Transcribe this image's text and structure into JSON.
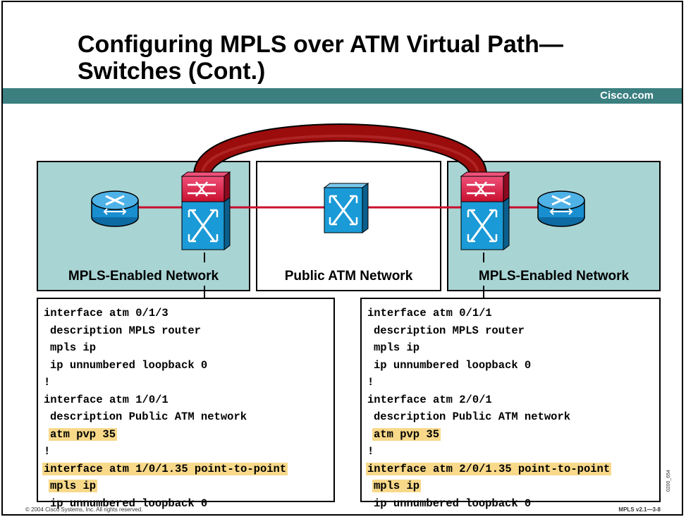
{
  "slide": {
    "title_line1": "Configuring MPLS over ATM Virtual Path—",
    "title_line2": "Switches (Cont.)",
    "brand": "Cisco.com",
    "footer_left": "© 2004 Cisco Systems, Inc. All rights reserved.",
    "footer_right": "MPLS v2.1—3-8",
    "figure_id": "0200_654"
  },
  "colors": {
    "teal_bar": "#3b7f80",
    "region_fill": "#a9d4d4",
    "router_blue": "#1a8fd0",
    "switch_blue": "#1a9ad6",
    "lsr_red": "#c8102e",
    "tunnel_red": "#9b0c0c",
    "highlight": "#f8d98a"
  },
  "regions": {
    "left_label": "MPLS-Enabled Network",
    "middle_label": "Public ATM Network",
    "right_label": "MPLS-Enabled Network"
  },
  "config_left": {
    "lines": [
      {
        "text": "interface atm 0/1/3",
        "indent": false,
        "highlight": false
      },
      {
        "text": "description MPLS router",
        "indent": true,
        "highlight": false
      },
      {
        "text": "mpls ip",
        "indent": true,
        "highlight": false
      },
      {
        "text": "ip unnumbered loopback 0",
        "indent": true,
        "highlight": false
      },
      {
        "text": "!",
        "indent": false,
        "highlight": false
      },
      {
        "text": "interface atm 1/0/1",
        "indent": false,
        "highlight": false
      },
      {
        "text": "description Public ATM network",
        "indent": true,
        "highlight": false
      },
      {
        "text": "atm pvp 35",
        "indent": true,
        "highlight": true
      },
      {
        "text": "!",
        "indent": false,
        "highlight": false
      },
      {
        "text": "interface atm 1/0/1.35 point-to-point",
        "indent": false,
        "highlight": true
      },
      {
        "text": "mpls ip",
        "indent": true,
        "highlight": true
      },
      {
        "text": "ip unnumbered loopback 0",
        "indent": true,
        "highlight": false
      }
    ]
  },
  "config_right": {
    "lines": [
      {
        "text": "interface atm 0/1/1",
        "indent": false,
        "highlight": false
      },
      {
        "text": "description MPLS router",
        "indent": true,
        "highlight": false
      },
      {
        "text": "mpls ip",
        "indent": true,
        "highlight": false
      },
      {
        "text": "ip unnumbered loopback 0",
        "indent": true,
        "highlight": false
      },
      {
        "text": "!",
        "indent": false,
        "highlight": false
      },
      {
        "text": "interface atm 2/0/1",
        "indent": false,
        "highlight": false
      },
      {
        "text": "description Public ATM network",
        "indent": true,
        "highlight": false
      },
      {
        "text": "atm pvp 35",
        "indent": true,
        "highlight": true
      },
      {
        "text": "!",
        "indent": false,
        "highlight": false
      },
      {
        "text": "interface atm 2/0/1.35 point-to-point",
        "indent": false,
        "highlight": true
      },
      {
        "text": "mpls ip",
        "indent": true,
        "highlight": true
      },
      {
        "text": "ip unnumbered loopback 0",
        "indent": true,
        "highlight": false
      }
    ]
  },
  "devices": [
    {
      "name": "router-left",
      "icon": "router-icon"
    },
    {
      "name": "lsr-left",
      "icon": "atm-lsr-icon"
    },
    {
      "name": "atm-switch-public",
      "icon": "atm-switch-icon"
    },
    {
      "name": "lsr-right",
      "icon": "atm-lsr-icon"
    },
    {
      "name": "router-right",
      "icon": "router-icon"
    }
  ]
}
